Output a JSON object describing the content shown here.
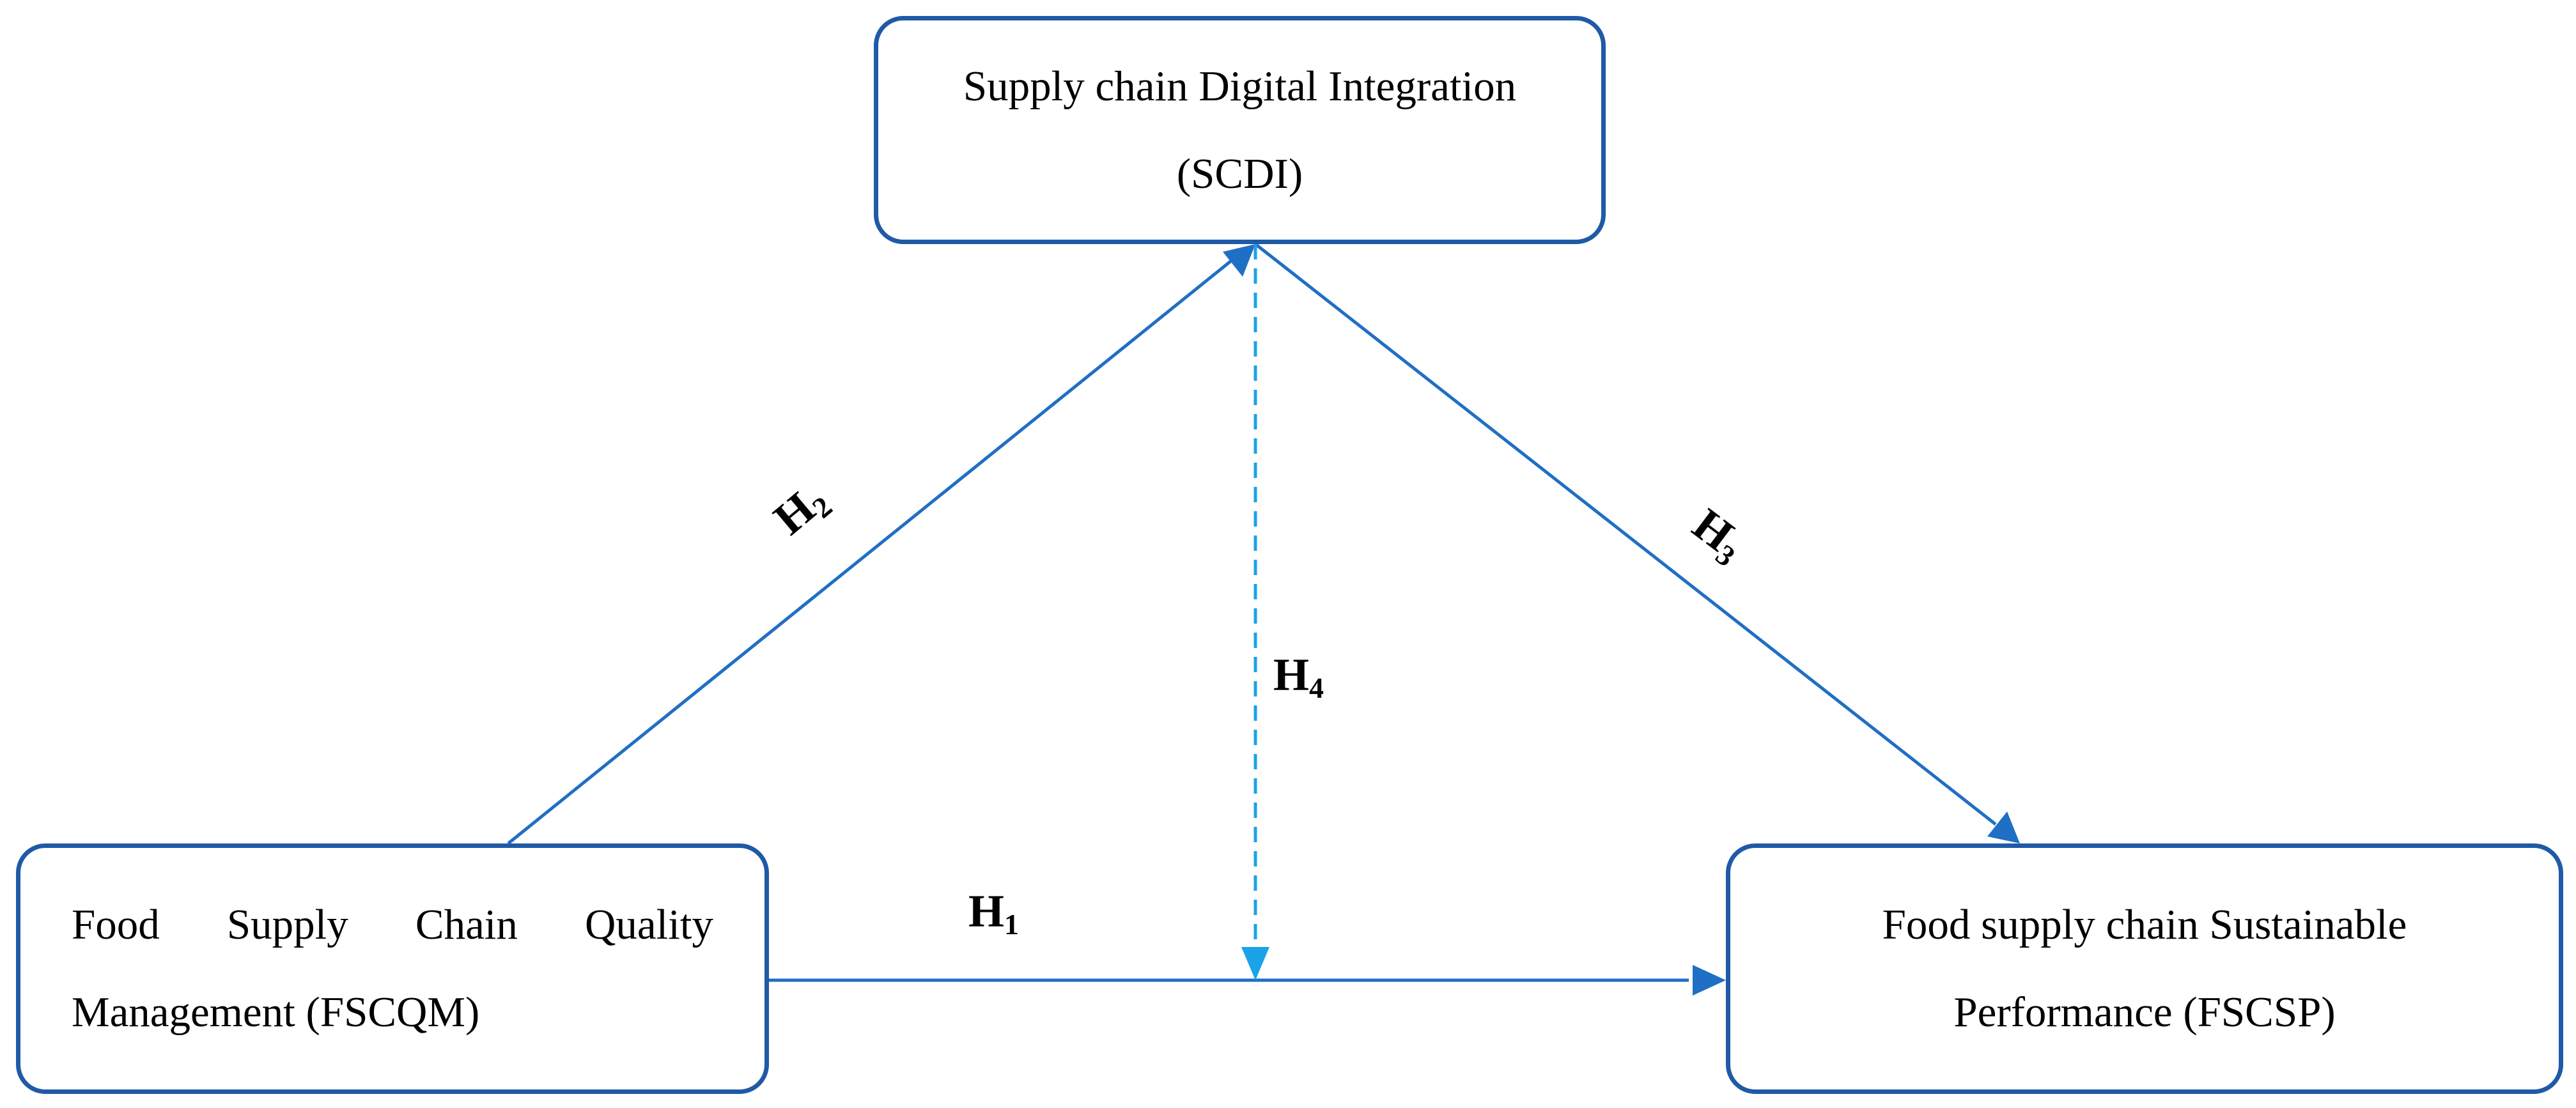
{
  "nodes": {
    "scdi": {
      "line1": "Supply chain Digital Integration",
      "line2": "(SCDI)"
    },
    "fscqm": {
      "line1_words": [
        "Food",
        "Supply",
        "Chain",
        "Quality"
      ],
      "line2": "Management (FSCQM)"
    },
    "fscsp": {
      "line1": "Food supply chain Sustainable",
      "line2": "Performance (FSCSP)"
    }
  },
  "hypotheses": {
    "h1": {
      "letter": "H",
      "sub": "1"
    },
    "h2": {
      "letter": "H",
      "sub": "2"
    },
    "h3": {
      "letter": "H",
      "sub": "3"
    },
    "h4": {
      "letter": "H",
      "sub": "4"
    }
  },
  "colors": {
    "box_border": "#1f5aa6",
    "arrow": "#1f6fc4",
    "moderation_arrow": "#1aa3e8",
    "text": "#000000"
  },
  "edges": [
    {
      "from": "FSCQM",
      "to": "FSCSP",
      "label": "H1",
      "style": "solid"
    },
    {
      "from": "FSCQM",
      "to": "SCDI",
      "label": "H2",
      "style": "solid"
    },
    {
      "from": "SCDI",
      "to": "FSCSP",
      "label": "H3",
      "style": "solid"
    },
    {
      "from": "SCDI",
      "to": "H1 path",
      "label": "H4",
      "style": "dashed"
    }
  ]
}
